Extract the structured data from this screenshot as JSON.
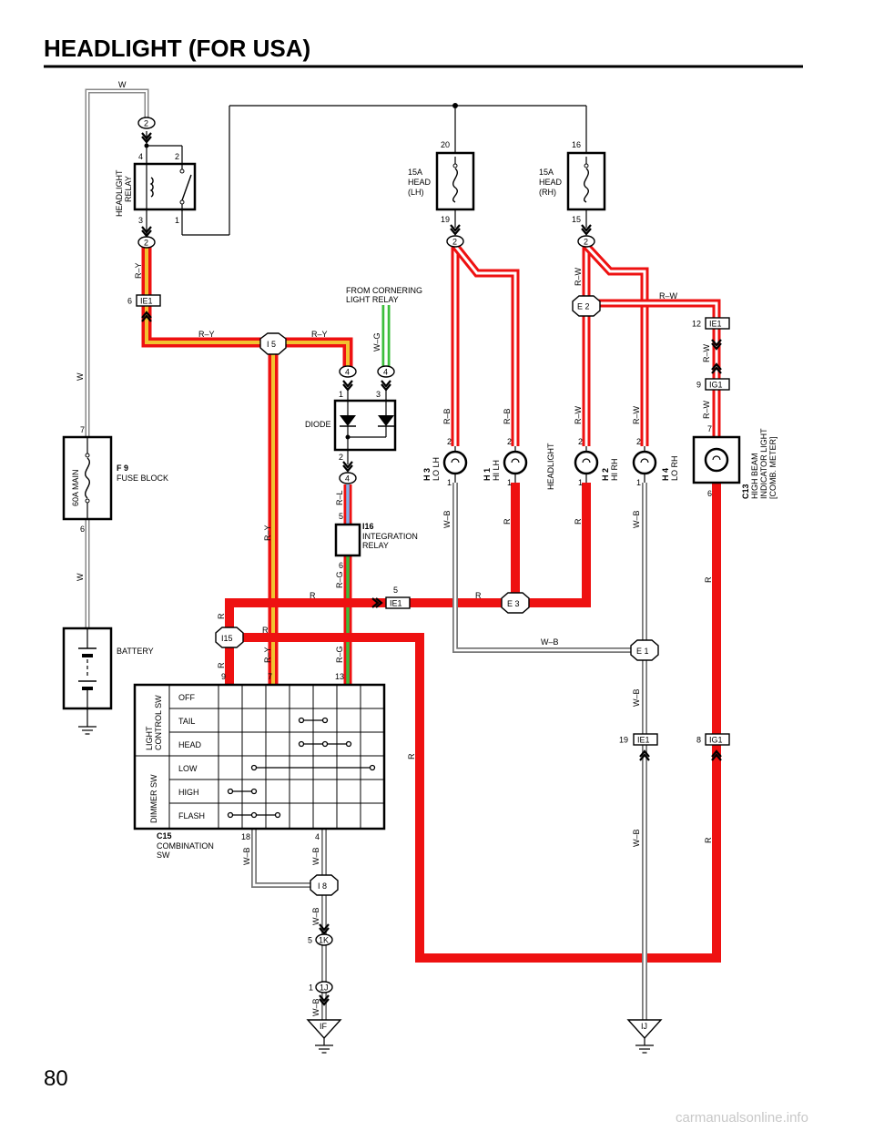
{
  "title": "HEADLIGHT (FOR USA)",
  "page_number": "80",
  "watermark": "carmanualsonline.info",
  "wires": {
    "w_top": "W",
    "w_left1": "W",
    "w_left2": "W",
    "ry_relay": "R–Y",
    "ry_left": "R–Y",
    "ry_right": "R–Y",
    "ry_vert": "R–Y",
    "ry_bottom": "R–Y",
    "wg": "W–G",
    "rl": "R–L",
    "rg1": "R–G",
    "rg2": "R–G",
    "rb1": "R–B",
    "rb2": "R–B",
    "rw_top": "R–W",
    "rw_e2": "R–W",
    "rw1": "R–W",
    "rw2": "R–W",
    "rw_ie1": "R–W",
    "rw_ig1": "R–W",
    "wb1": "W–B",
    "wb_e1": "W–B",
    "wb2": "W–B",
    "wb3": "W–B",
    "wb_i8a": "W–B",
    "wb_i8b": "W–B",
    "wb_1k": "W–B",
    "wb_1j": "W–B",
    "r_h1": "R",
    "r_h2": "R",
    "r_ie1a": "R",
    "r_ie1b": "R",
    "r_i15a": "R",
    "r_i15b": "R",
    "r_i15c": "R",
    "r_long": "R",
    "r_c13a": "R",
    "r_c13b": "R"
  },
  "components": {
    "relay": {
      "name": "HEADLIGHT",
      "name2": "RELAY",
      "pins": [
        "4",
        "2",
        "3",
        "1"
      ]
    },
    "fuse_lh": {
      "rating": "15A",
      "name": "HEAD",
      "side": "(LH)",
      "pin_top": "20",
      "pin_bot": "19"
    },
    "fuse_rh": {
      "rating": "15A",
      "name": "HEAD",
      "side": "(RH)",
      "pin_top": "16",
      "pin_bot": "15"
    },
    "fuse_block": {
      "code": "F 9",
      "name": "FUSE BLOCK",
      "fuse": "60A MAIN",
      "pin_top": "7",
      "pin_bot": "6"
    },
    "battery": {
      "name": "BATTERY"
    },
    "cornering": {
      "line1": "FROM CORNERING",
      "line2": "LIGHT RELAY"
    },
    "diode": {
      "name": "DIODE",
      "pins": [
        "1",
        "3",
        "2"
      ]
    },
    "integration_relay": {
      "code": "I16",
      "name1": "INTEGRATION",
      "name2": "RELAY",
      "pin_top": "5",
      "pin_bot": "6"
    },
    "headlights": [
      {
        "code": "H 3",
        "name": "LO LH",
        "pin_top": "2",
        "pin_bot": "1"
      },
      {
        "code": "H 1",
        "name": "HI LH",
        "pin_top": "2",
        "pin_bot": "1"
      },
      {
        "code": "H 2",
        "name": "HI RH",
        "pin_top": "2",
        "pin_bot": "1"
      },
      {
        "code": "H 4",
        "name": "LO RH",
        "pin_top": "2",
        "pin_bot": "1"
      }
    ],
    "headlight_label": "HEADLIGHT",
    "c13": {
      "code": "C13",
      "line1": "HIGH BEAM",
      "line2": "INDICATOR LIGHT",
      "line3": "[COMB.  METER]",
      "pin_top": "7",
      "pin_bot": "6"
    },
    "c15": {
      "code": "C15",
      "name1": "COMBINATION",
      "name2": "SW",
      "group1a": "LIGHT",
      "group1b": "CONTROL SW",
      "group2": "DIMMER SW",
      "rows": [
        "OFF",
        "TAIL",
        "HEAD",
        "LOW",
        "HIGH",
        "FLASH"
      ],
      "pins_top": [
        "9",
        "7",
        "13"
      ],
      "pins_bot": [
        "18",
        "4"
      ]
    }
  },
  "connectors": {
    "c2a": "2",
    "c2b": "2",
    "c2c": "2",
    "c2d": "2",
    "ie1_top": "IE1",
    "ie1_top_pin": "6",
    "i5": "I 5",
    "c4a": "4",
    "c4b": "4",
    "c4c": "4",
    "e2": "E 2",
    "e3": "E 3",
    "e1": "E 1",
    "ie1_r": "IE1",
    "ie1_r_pin": "12",
    "ig1_r": "IG1",
    "ig1_r_pin": "9",
    "ie1_mid": "IE1",
    "ie1_mid_pin": "5",
    "i15": "I15",
    "ie1_low": "IE1",
    "ie1_low_pin": "19",
    "ig1_low": "IG1",
    "ig1_low_pin": "8",
    "i8": "I 8",
    "c1k": "1K",
    "c1k_pin": "5",
    "c1j": "1J",
    "c1j_pin": "1",
    "if": "IF",
    "ij": "IJ"
  },
  "colors": {
    "red": "#ee1111",
    "yellow": "#f2c230",
    "green": "#3cbe3c",
    "blue": "#7fb2ee",
    "gray": "#999999"
  }
}
